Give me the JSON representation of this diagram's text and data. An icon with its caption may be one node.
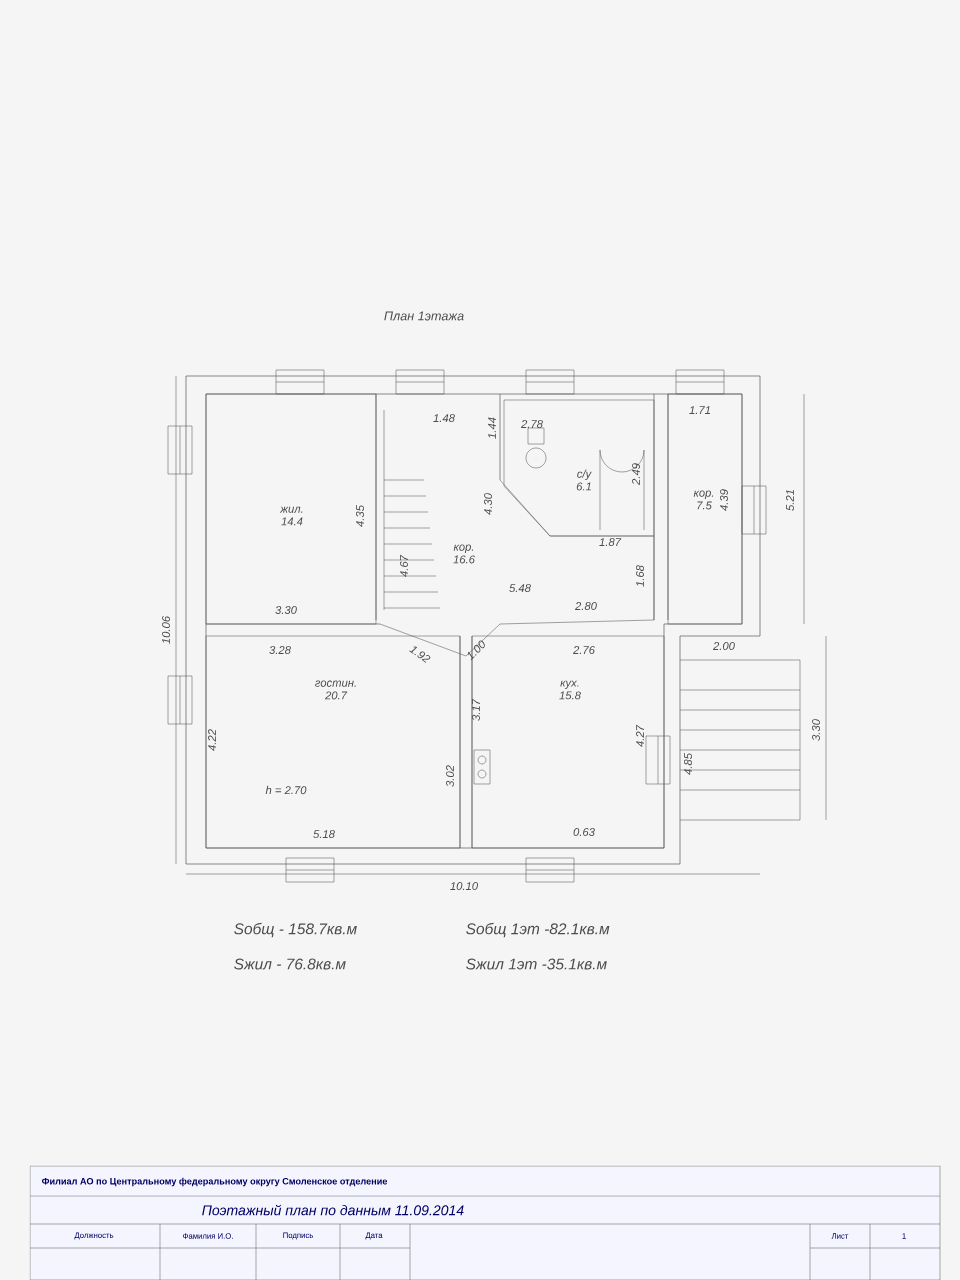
{
  "diagram": {
    "title": "План 1этажа",
    "nodes": [
      {
        "text": [
          "жил.",
          "14.4"
        ]
      },
      {
        "text": [
          "кор.",
          "16.6"
        ]
      },
      {
        "text": [
          "с/у",
          "6.1"
        ]
      },
      {
        "text": [
          "кор.",
          "7.5"
        ]
      },
      {
        "text": [
          "гостин.",
          "20.7"
        ]
      },
      {
        "text": [
          "кух.",
          "15.8"
        ]
      }
    ],
    "labels": [
      "1.48",
      "1.44",
      "2.78",
      "2.49",
      "4.30",
      "4.35",
      "4.67",
      "1.87",
      "5.48",
      "2.80",
      "1.68",
      "1.71",
      "4.39",
      "5.21",
      "3.30",
      "3.28",
      "1.92",
      "1.00",
      "2.76",
      "2.00",
      "4.22",
      "3.17",
      "3.02",
      "4.27",
      "4.85",
      "3.30",
      "h = 2.70",
      "5.18",
      "0.63",
      "10.10",
      "10.06",
      "Sобщ - 158.7кв.м",
      "Sжил - 76.8кв.м",
      "Sобщ 1эт -82.1кв.м",
      "Sжил 1эт -35.1кв.м",
      "Филиал АО по Центральному федеральному округу Смоленское отделение",
      "Поэтажный план по данным 11.09.2014",
      "Должность",
      "Фамилия И.О.",
      "Подпись",
      "Дата",
      "Лист",
      "1"
    ]
  }
}
